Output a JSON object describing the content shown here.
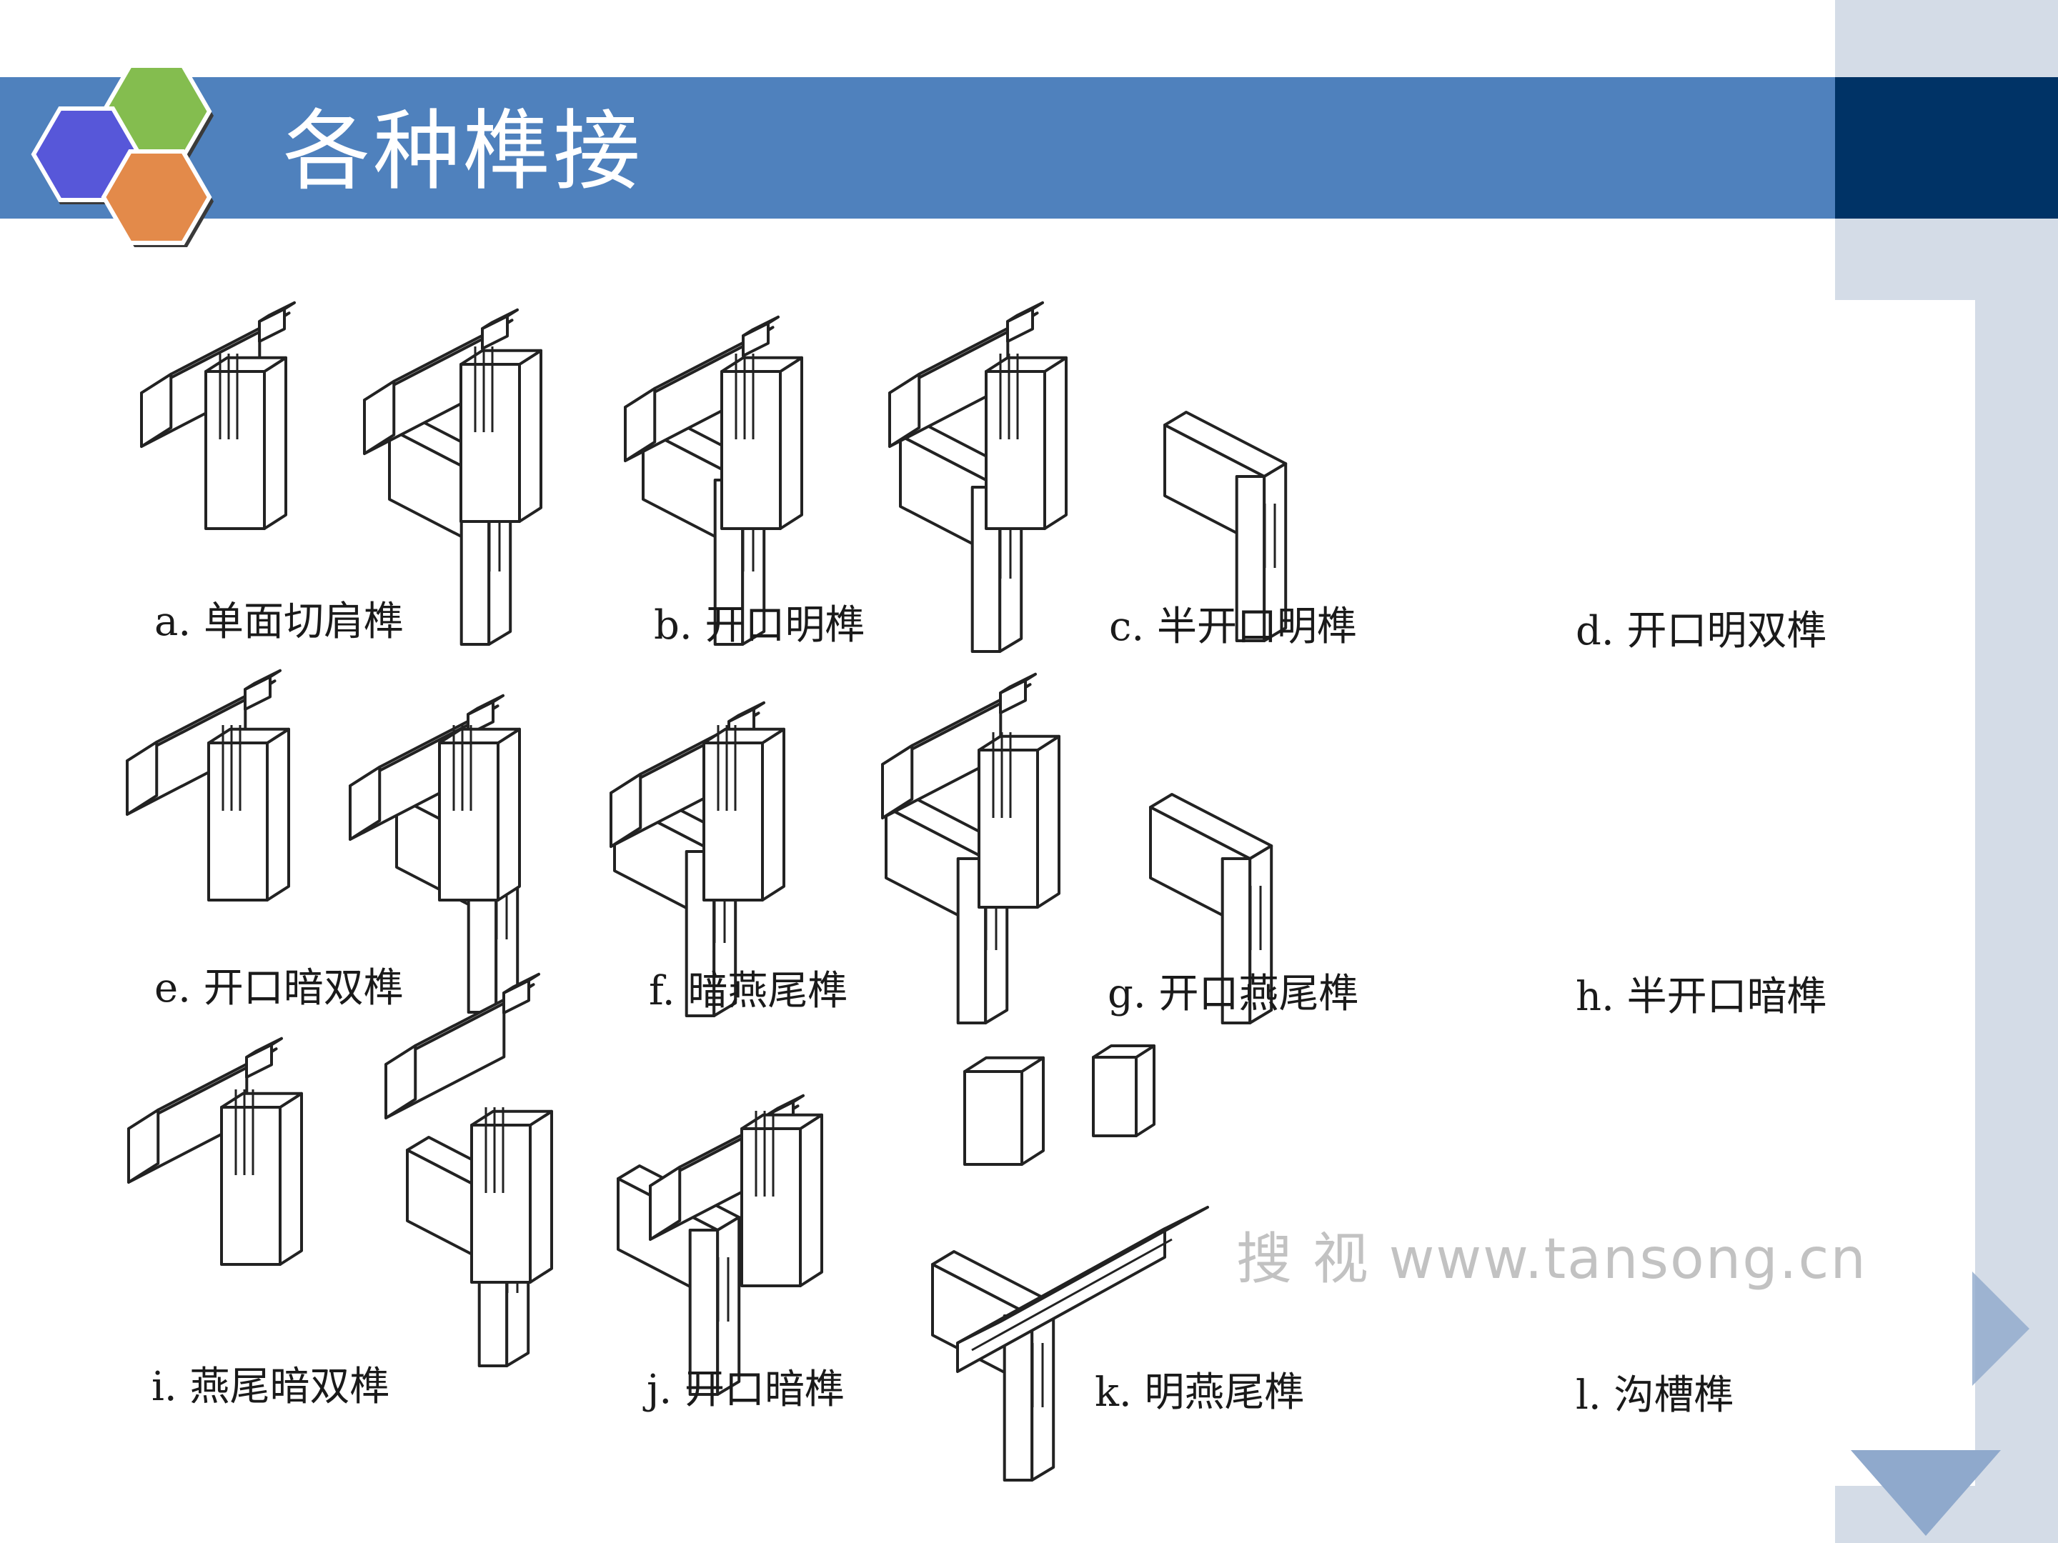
{
  "slide": {
    "title": "各种榫接"
  },
  "colors": {
    "title_bar": "#4f81bd",
    "title_bar_dark": "#003366",
    "side_panel": "#d4dce7",
    "hex_blue": "#5757d9",
    "hex_green": "#84bd4f",
    "hex_orange": "#e38a4a",
    "triangle": "#8fa9cc"
  },
  "figure": {
    "captions": [
      "a. 单面切肩榫",
      "b. 开口明榫",
      "c. 半开口明榫",
      "d. 开口明双榫",
      "e. 开口暗双榫",
      "f. 暗燕尾榫",
      "g. 开口燕尾榫",
      "h. 半开口暗榫",
      "i. 燕尾暗双榫",
      "j. 开口暗榫",
      "k. 明燕尾榫",
      "l. 沟槽榫"
    ],
    "watermark": "搜 视 www.tansong.cn"
  },
  "icons": {
    "logo": "hexagon-cluster-icon",
    "decor": "triangle-decor-icon"
  }
}
